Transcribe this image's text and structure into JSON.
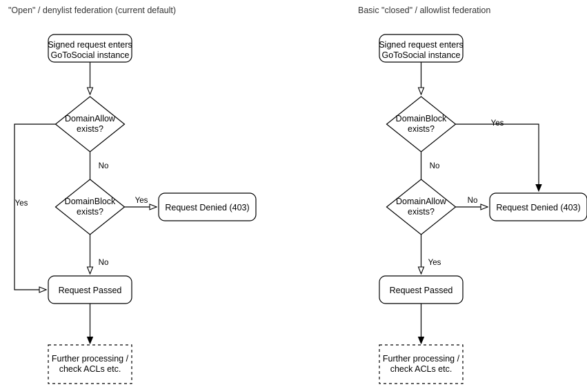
{
  "diagrams": [
    {
      "title": "\"Open\" / denylist federation (current default)",
      "nodes": {
        "start": {
          "line1": "Signed request enters",
          "line2": "GoToSocial instance"
        },
        "decision1": {
          "line1": "DomainAllow",
          "line2": "exists?"
        },
        "decision2": {
          "line1": "DomainBlock",
          "line2": "exists?"
        },
        "denied": {
          "label": "Request Denied (403)"
        },
        "passed": {
          "label": "Request Passed"
        },
        "further": {
          "line1": "Further processing /",
          "line2": "check ACLs etc."
        }
      },
      "edges": {
        "allow_yes": "Yes",
        "allow_no": "No",
        "block_yes": "Yes",
        "block_no": "No"
      }
    },
    {
      "title": "Basic \"closed\" / allowlist federation",
      "nodes": {
        "start": {
          "line1": "Signed request enters",
          "line2": "GoToSocial instance"
        },
        "decision1": {
          "line1": "DomainBlock",
          "line2": "exists?"
        },
        "decision2": {
          "line1": "DomainAllow",
          "line2": "exists?"
        },
        "denied": {
          "label": "Request Denied (403)"
        },
        "passed": {
          "label": "Request Passed"
        },
        "further": {
          "line1": "Further processing /",
          "line2": "check ACLs etc."
        }
      },
      "edges": {
        "block_yes": "Yes",
        "block_no": "No",
        "allow_no": "No",
        "allow_yes": "Yes"
      }
    }
  ],
  "colors": {
    "stroke": "#000000",
    "fill": "#ffffff",
    "title_text": "#333333"
  }
}
